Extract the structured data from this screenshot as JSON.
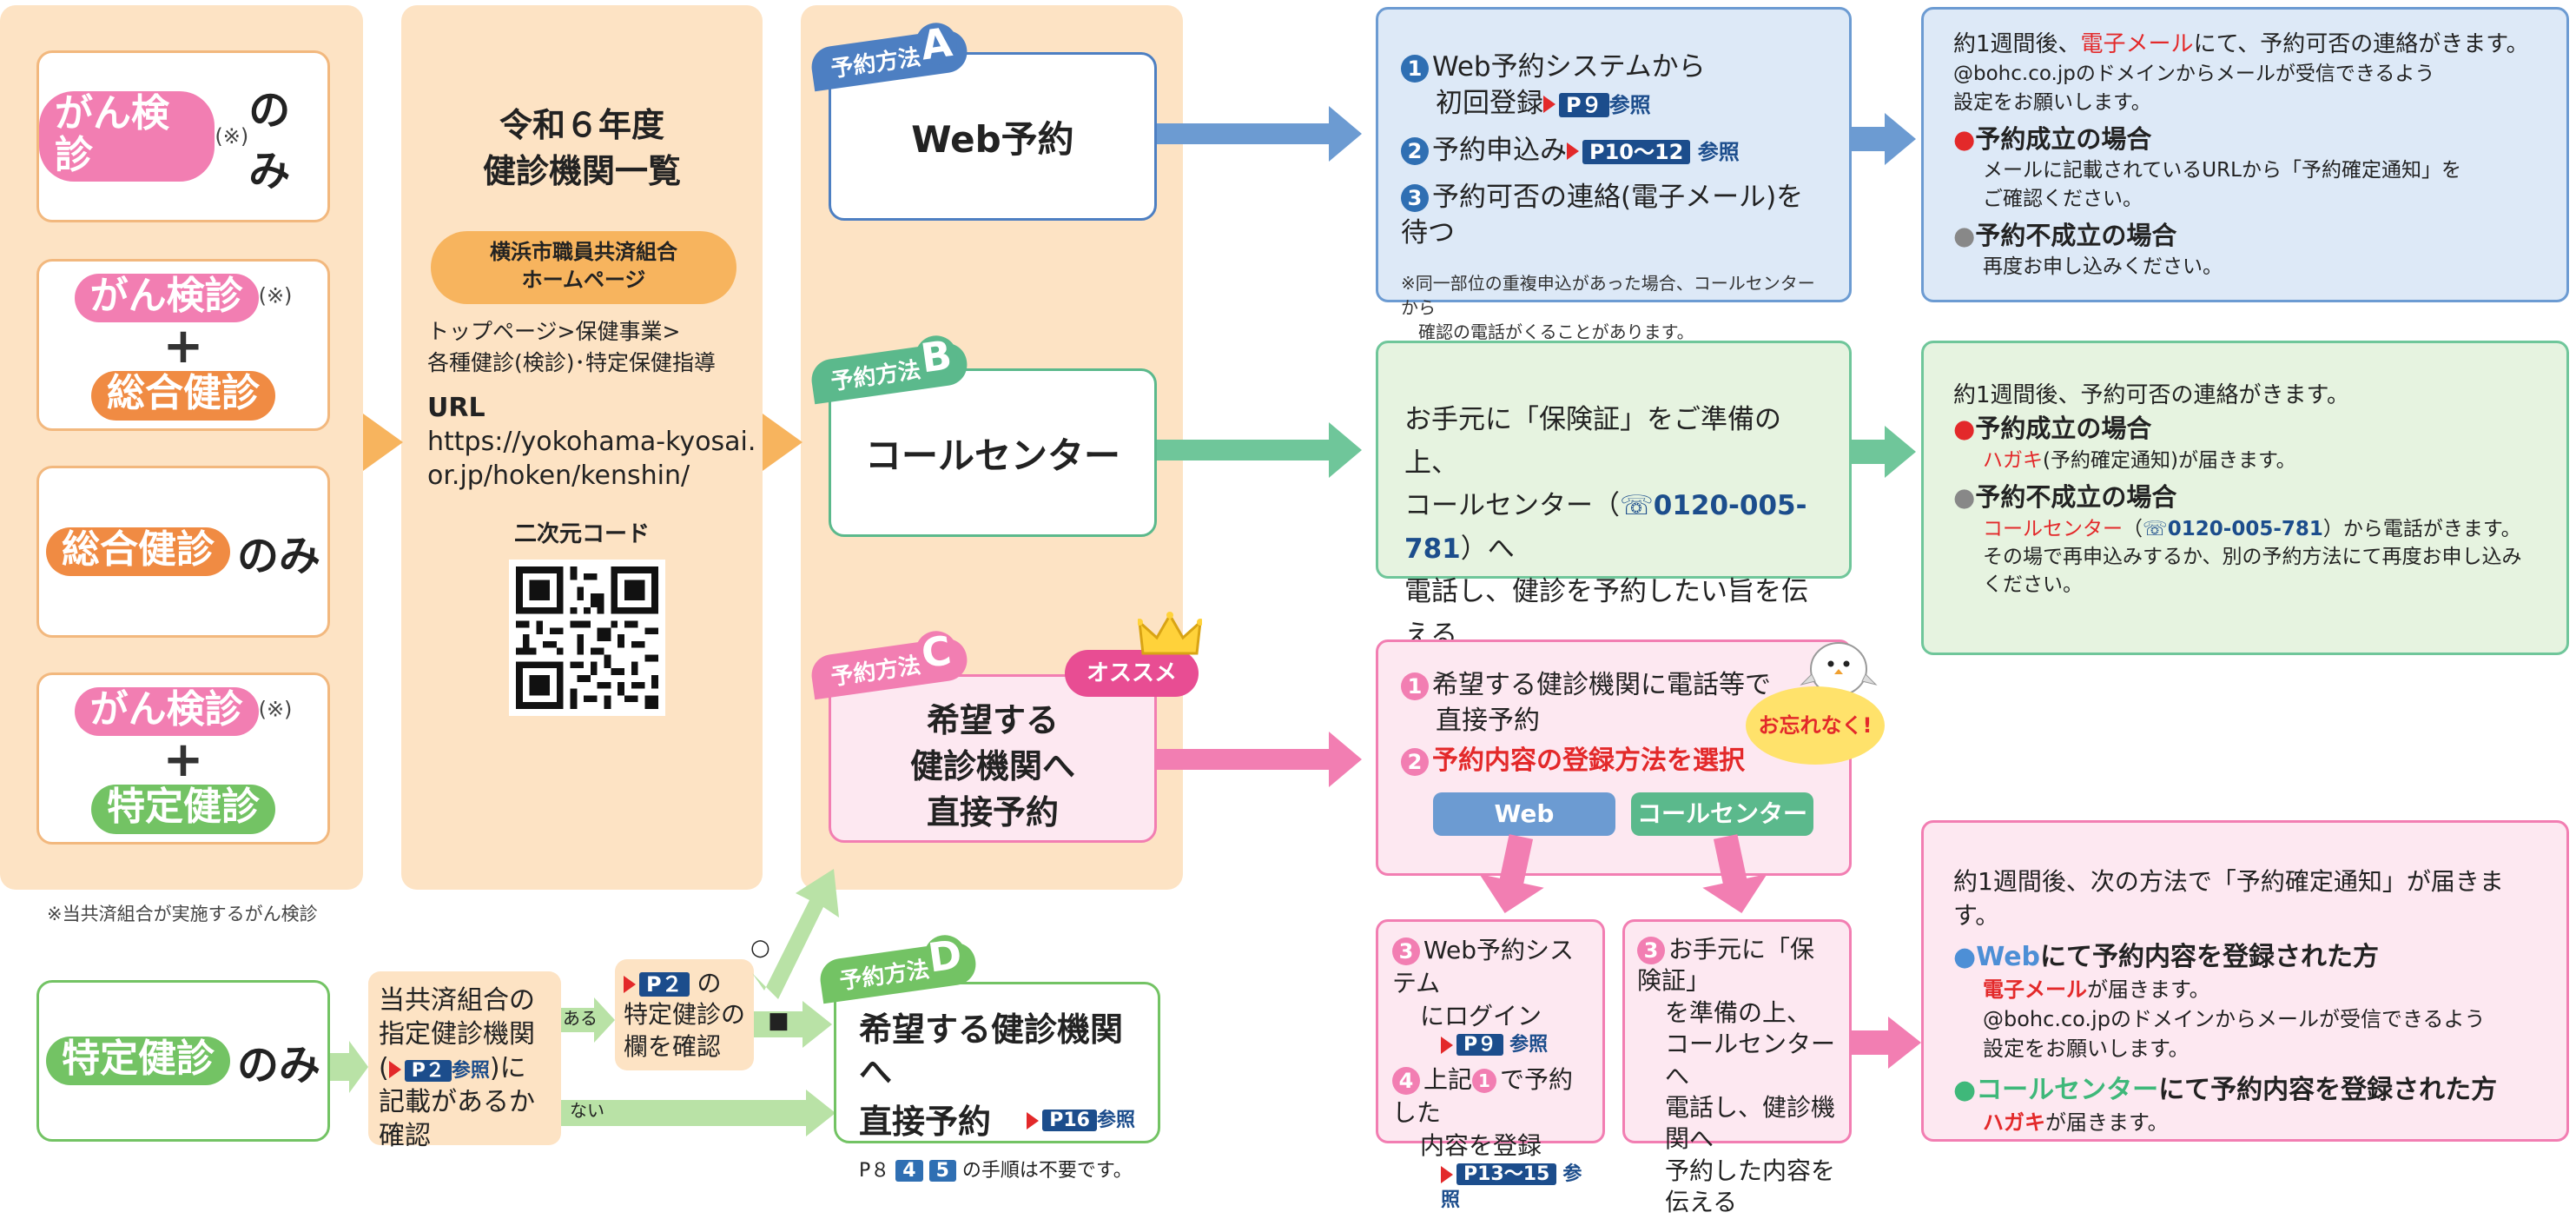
{
  "colors": {
    "pink": "#f27eb2",
    "orange": "#f08b43",
    "green": "#73c364",
    "blue": "#6c9bd2",
    "navy": "#1c4d8c",
    "red": "#e3292a",
    "peach": "#fde3c4"
  },
  "left": {
    "c1": {
      "pill": "がん検診",
      "sup": "(※)",
      "suffix": "のみ"
    },
    "c2": {
      "pill1": "がん検診",
      "sup": "(※)",
      "plus": "+",
      "pill2": "総合健診"
    },
    "c3": {
      "pill": "総合健診",
      "suffix": "のみ"
    },
    "c4": {
      "pill1": "がん検診",
      "sup": "(※)",
      "plus": "+",
      "pill2": "特定健診"
    },
    "note": "※当共済組合が実施するがん検診"
  },
  "middle": {
    "title1": "令和６年度",
    "title2": "健診機関一覧",
    "cloud1": "横浜市職員共済組合",
    "cloud2": "ホームページ",
    "path1": "トップページ>保健事業>",
    "path2": "各種健診(検診)･特定保健指導",
    "url_label": "URL",
    "url1": "https://yokohama-kyosai.",
    "url2": "or.jp/hoken/kenshin/",
    "qr_label": "二次元コード"
  },
  "methods": {
    "tab_text": "予約方法",
    "a": {
      "letter": "A",
      "label": "Web予約"
    },
    "b": {
      "letter": "B",
      "label": "コールセンター"
    },
    "c": {
      "letter": "C",
      "badge": "オススメ",
      "l1": "希望する",
      "l2": "健診機関へ",
      "l3": "直接予約"
    },
    "d": {
      "letter": "D",
      "l1": "希望する健診機関へ",
      "l2": "直接予約",
      "ref_page": "P16",
      "ref": "参照",
      "note_pre": "P８",
      "n4": "4",
      "n5": "5",
      "note_post": "の手順は不要です。"
    }
  },
  "stepA": {
    "n1": "1",
    "s1a": "Web予約システムから",
    "s1b": "初回登録",
    "s1ref_page": "P９",
    "s1ref": "参照",
    "n2": "2",
    "s2": "予約申込み",
    "s2ref_page": "P10～12",
    "s2ref": "参照",
    "n3": "3",
    "s3": "予約可否の連絡(電子メール)を待つ",
    "note1": "※同一部位の重複申込があった場合、コールセンターから",
    "note2": "確認の電話がくることがあります。"
  },
  "resultA": {
    "l1a": "約1週間後、",
    "l1red": "電子メール",
    "l1b": "にて、予約可否の連絡がきます。",
    "l2": "@bohc.co.jpのドメインからメールが受信できるよう",
    "l3": "設定をお願いします。",
    "ok": "予約成立の場合",
    "ok1": "メールに記載されているURLから「予約確定通知」を",
    "ok2": "ご確認ください。",
    "ng": "予約不成立の場合",
    "ng1": "再度お申し込みください。"
  },
  "stepB": {
    "l1": "お手元に「保険証」をご準備の上、",
    "l2a": "コールセンター（",
    "phone": "0120-005-781",
    "l2b": "）へ",
    "l3": "電話し、健診を予約したい旨を伝える"
  },
  "resultB": {
    "l1": "約1週間後、予約可否の連絡がきます。",
    "ok": "予約成立の場合",
    "ok1red": "ハガキ",
    "ok1": "(予約確定通知)が届きます。",
    "ng": "予約不成立の場合",
    "ng1red": "コールセンター",
    "ng1a": "（",
    "phone": "0120-005-781",
    "ng1b": "）から電話がきます。",
    "ng2": "その場で再申込みするか、別の予約方法にて再度お申し込み",
    "ng3": "ください。"
  },
  "stepC": {
    "n1": "1",
    "s1a": "希望する健診機関に電話等で",
    "s1b": "直接予約",
    "n2": "2",
    "s2": "予約内容の登録方法を選択",
    "forget": "お忘れなく!",
    "btn_web": "Web",
    "btn_call": "コールセンター",
    "w_n3": "3",
    "w1": "Web予約システム",
    "w2": "にログイン",
    "w_ref_page": "P９",
    "w_ref": "参照",
    "w_n4": "4",
    "w3a": "上記",
    "w3n": "1",
    "w3b": "で予約した",
    "w4": "内容を登録",
    "w_ref2_page": "P13～15",
    "w_ref2": "参照",
    "c_n3": "3",
    "c1": "お手元に「保険証」",
    "c2": "を準備の上、",
    "c3": "コールセンターへ",
    "c4": "電話し、健診機関へ",
    "c5": "予約した内容を",
    "c6": "伝える"
  },
  "resultC": {
    "l1": "約1週間後、次の方法で「予約確定通知」が届きます。",
    "web_h": "Web",
    "web_h2": "にて予約内容を登録された方",
    "web1red": "電子メール",
    "web1": "が届きます。",
    "web2": "@bohc.co.jpのドメインからメールが受信できるよう",
    "web3": "設定をお願いします。",
    "call_h": "コールセンター",
    "call_h2": "にて予約内容を登録された方",
    "call1red": "ハガキ",
    "call1": "が届きます。"
  },
  "tokutei": {
    "pill": "特定健診",
    "suffix": "のみ",
    "q1": "当共済組合の",
    "q2": "指定健診機関",
    "q3a": "(",
    "q3ref": "P２",
    "q3ref2": "参照",
    "q3b": ")に",
    "q4": "記載があるか",
    "q5": "確認",
    "yes": "ある",
    "no": "ない",
    "chk_ref": "P２",
    "chk1": "の",
    "chk2": "特定健診の",
    "chk3": "欄を確認",
    "circle": "○",
    "square": "■"
  }
}
